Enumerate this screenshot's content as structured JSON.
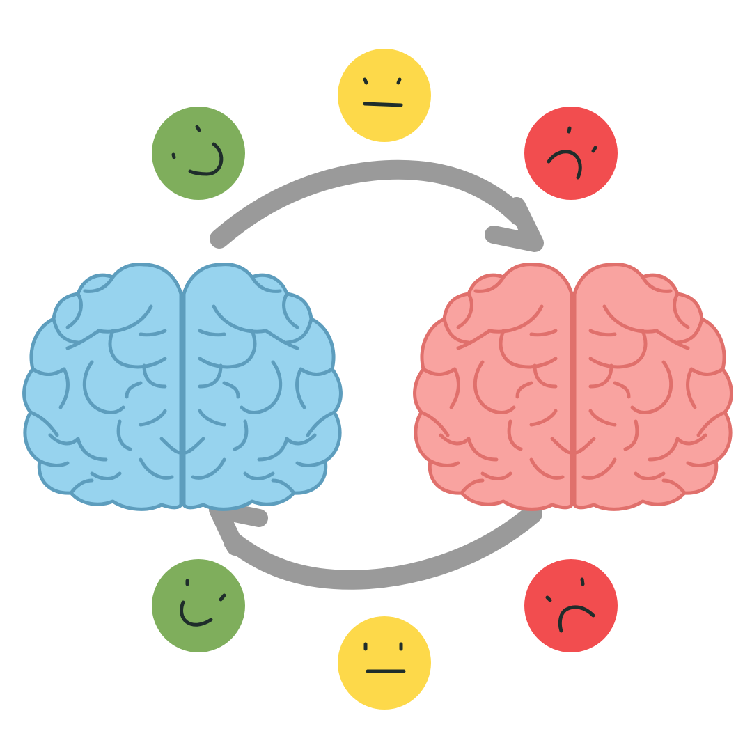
{
  "diagram": {
    "background": "#ffffff",
    "arrow_color": "#9a9a9a",
    "arrows": [
      {
        "name": "cycle-arrow-top",
        "direction": "left-to-right"
      },
      {
        "name": "cycle-arrow-bottom",
        "direction": "right-to-left"
      }
    ],
    "brains": [
      {
        "name": "brain-calm",
        "icon": "brain-icon",
        "fill": "#97d3ee",
        "stroke": "#5d9dbd"
      },
      {
        "name": "brain-stressed",
        "icon": "brain-icon",
        "fill": "#f9a3a0",
        "stroke": "#e0706c"
      }
    ],
    "emotions": [
      {
        "name": "happy-face-top",
        "mood": "happy",
        "icon": "happy-face-icon",
        "color": "#7fae5c"
      },
      {
        "name": "neutral-face-top",
        "mood": "neutral",
        "icon": "neutral-face-icon",
        "color": "#fdd94a"
      },
      {
        "name": "sad-face-top",
        "mood": "sad",
        "icon": "sad-face-icon",
        "color": "#f24d4f"
      },
      {
        "name": "happy-face-bottom",
        "mood": "happy",
        "icon": "happy-face-icon",
        "color": "#7fae5c"
      },
      {
        "name": "neutral-face-bottom",
        "mood": "neutral",
        "icon": "neutral-face-icon",
        "color": "#fdd94a"
      },
      {
        "name": "sad-face-bottom",
        "mood": "sad",
        "icon": "sad-face-icon",
        "color": "#f24d4f"
      }
    ],
    "feature_color": "#1f2d2b"
  }
}
